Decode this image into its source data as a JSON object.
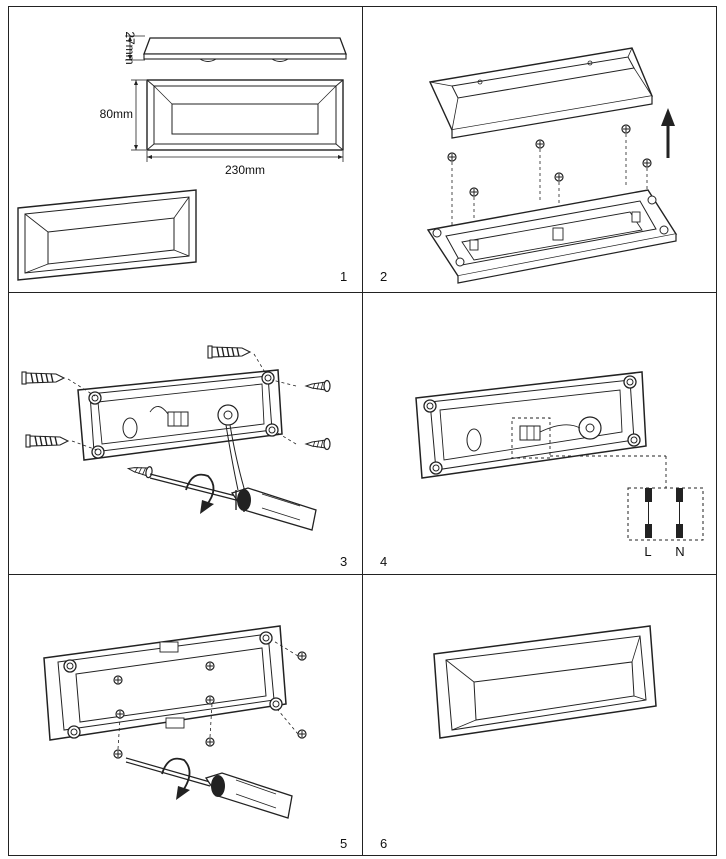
{
  "panels": [
    {
      "number": "1"
    },
    {
      "number": "2"
    },
    {
      "number": "3"
    },
    {
      "number": "4"
    },
    {
      "number": "5"
    },
    {
      "number": "6"
    }
  ],
  "dimensions": {
    "height": "27mm",
    "depth": "80mm",
    "width": "230mm"
  },
  "wiring": {
    "live": "L",
    "neutral": "N"
  }
}
